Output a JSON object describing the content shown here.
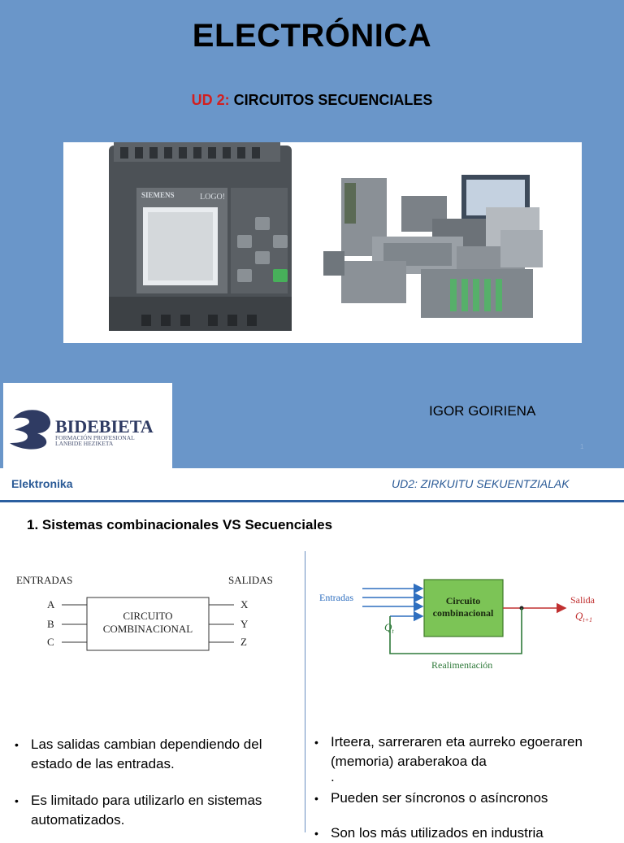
{
  "slide1": {
    "title": "ELECTRÓNICA",
    "subtitle_prefix": "UD 2:",
    "subtitle_rest": " CIRCUITOS SECUENCIALES",
    "author": "IGOR GOIRIENA",
    "page_number": "1",
    "logo": {
      "name": "BIDEBIETA",
      "line1": "FORMACIÓN PROFESIONAL",
      "line2": "LANBIDE HEZIKETA"
    },
    "plc_brand": "SIEMENS",
    "plc_model": "LOGO!"
  },
  "slide2": {
    "header_left": "Elektronika",
    "header_right": "UD2: ZIRKUITU SEKUENTZIALAK",
    "section_title": "1. Sistemas combinacionales VS Secuenciales",
    "comb_diagram": {
      "inputs_label": "ENTRADAS",
      "outputs_label": "SALIDAS",
      "inputs": [
        "A",
        "B",
        "C"
      ],
      "outputs": [
        "X",
        "Y",
        "Z"
      ],
      "box_line1": "CIRCUITO",
      "box_line2": "COMBINACIONAL"
    },
    "seq_diagram": {
      "inputs_label": "Entradas",
      "box_line1": "Circuito",
      "box_line2": "combinacional",
      "output_label": "Salida",
      "q_in": "Q",
      "q_in_sub": "t",
      "q_out": "Q",
      "q_out_sub": "t+1",
      "feedback_label": "Realimentación"
    },
    "left_bullets": [
      "Las salidas cambian dependiendo del estado de las entradas.",
      "Es limitado para utilizarlo en sistemas automatizados."
    ],
    "right_bullets": [
      "Irteera, sarreraren eta aurreko egoeraren (memoria) araberakoa da",
      ".",
      "Pueden ser síncronos o asíncronos",
      "Son los más utilizados en industria"
    ]
  }
}
